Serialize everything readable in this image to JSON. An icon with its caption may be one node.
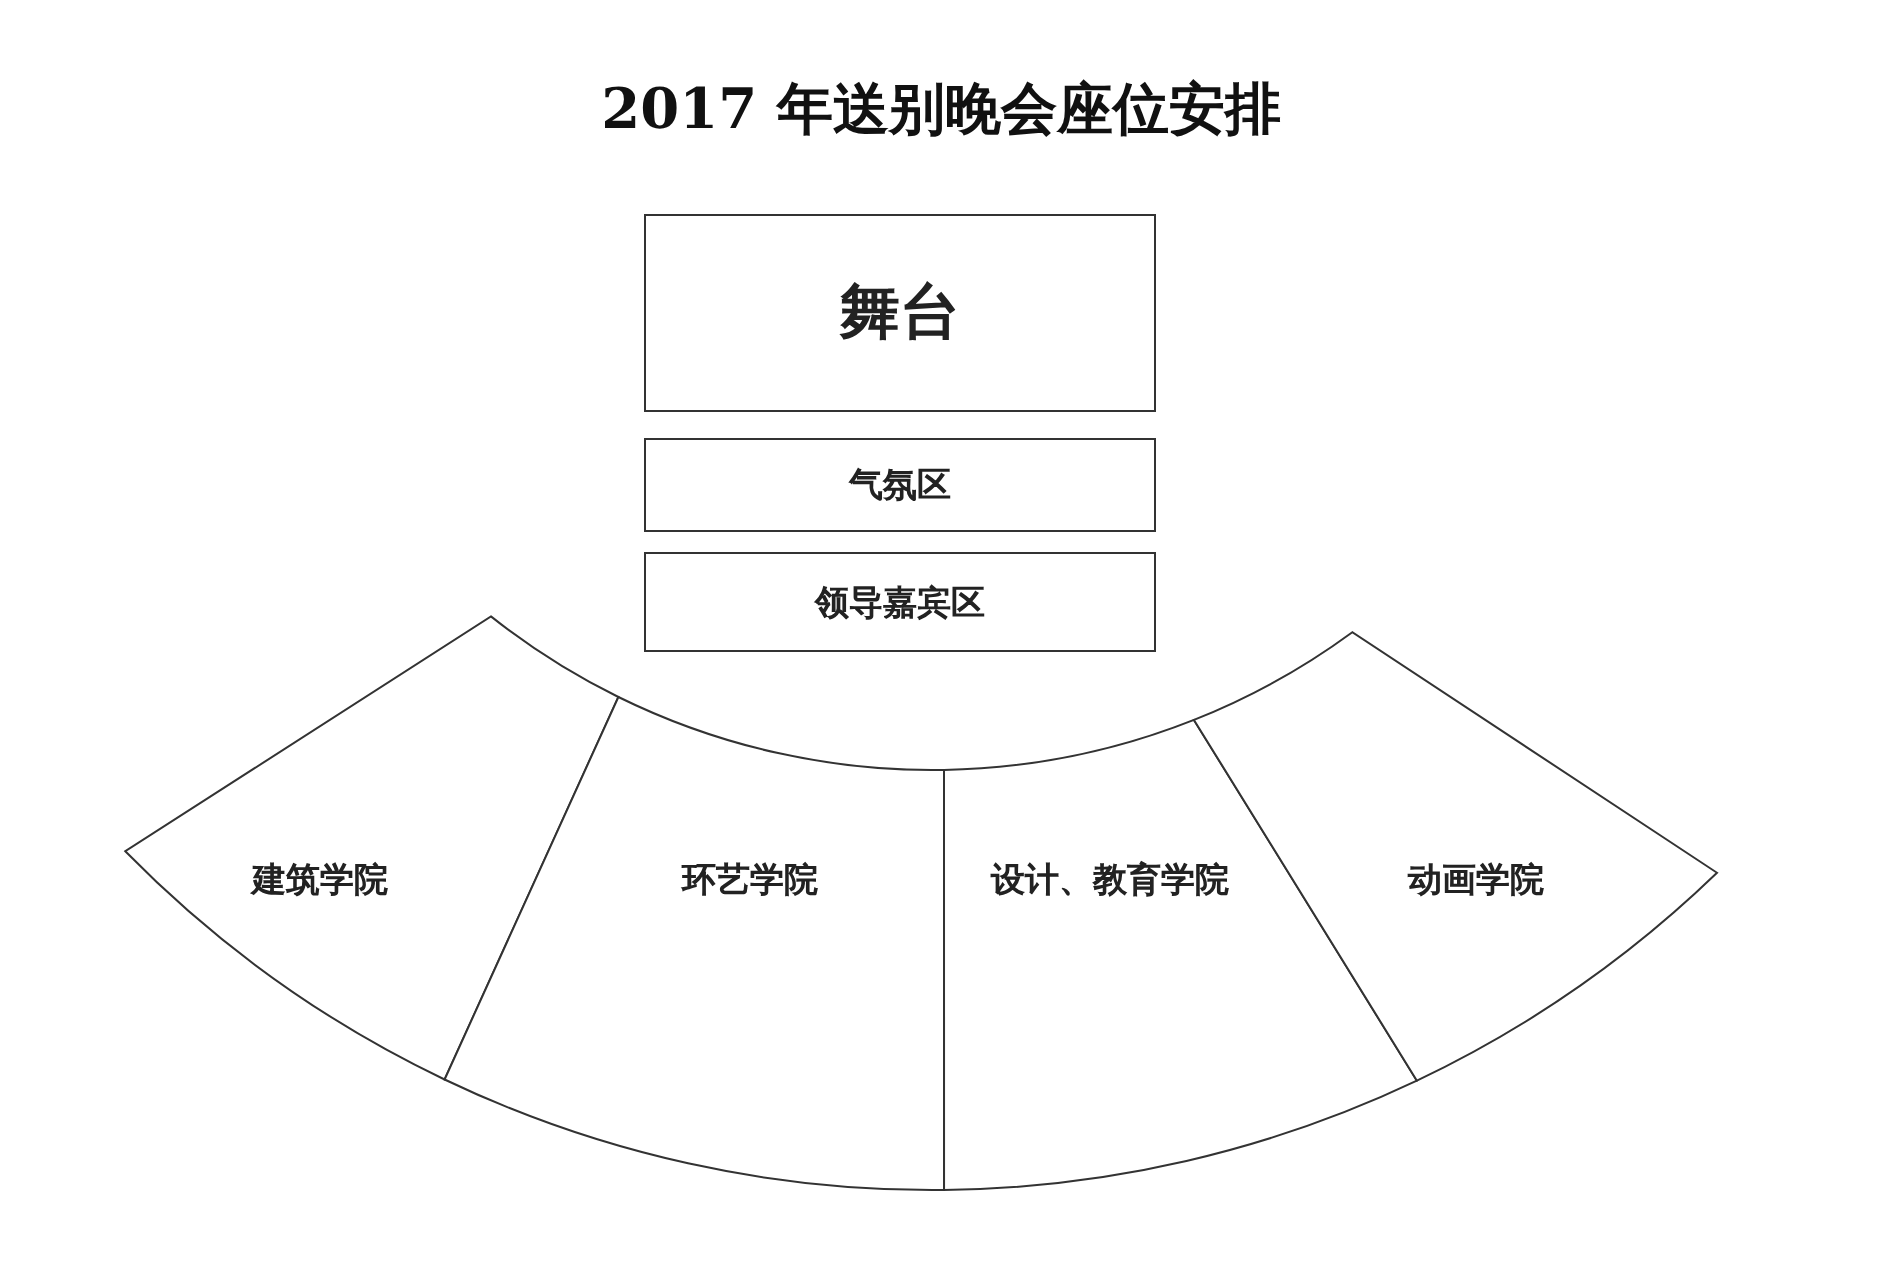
{
  "diagram": {
    "title": "2017 年送别晚会座位安排",
    "nodes": [
      {
        "text": [
          "舞台"
        ]
      },
      {
        "text": [
          "气氛区"
        ]
      },
      {
        "text": [
          "领导嘉宾区"
        ]
      },
      {
        "text": [
          "建筑学院"
        ]
      },
      {
        "text": [
          "环艺学院"
        ]
      },
      {
        "text": [
          "设计、教育学院"
        ]
      },
      {
        "text": [
          "动画学院"
        ]
      }
    ]
  }
}
